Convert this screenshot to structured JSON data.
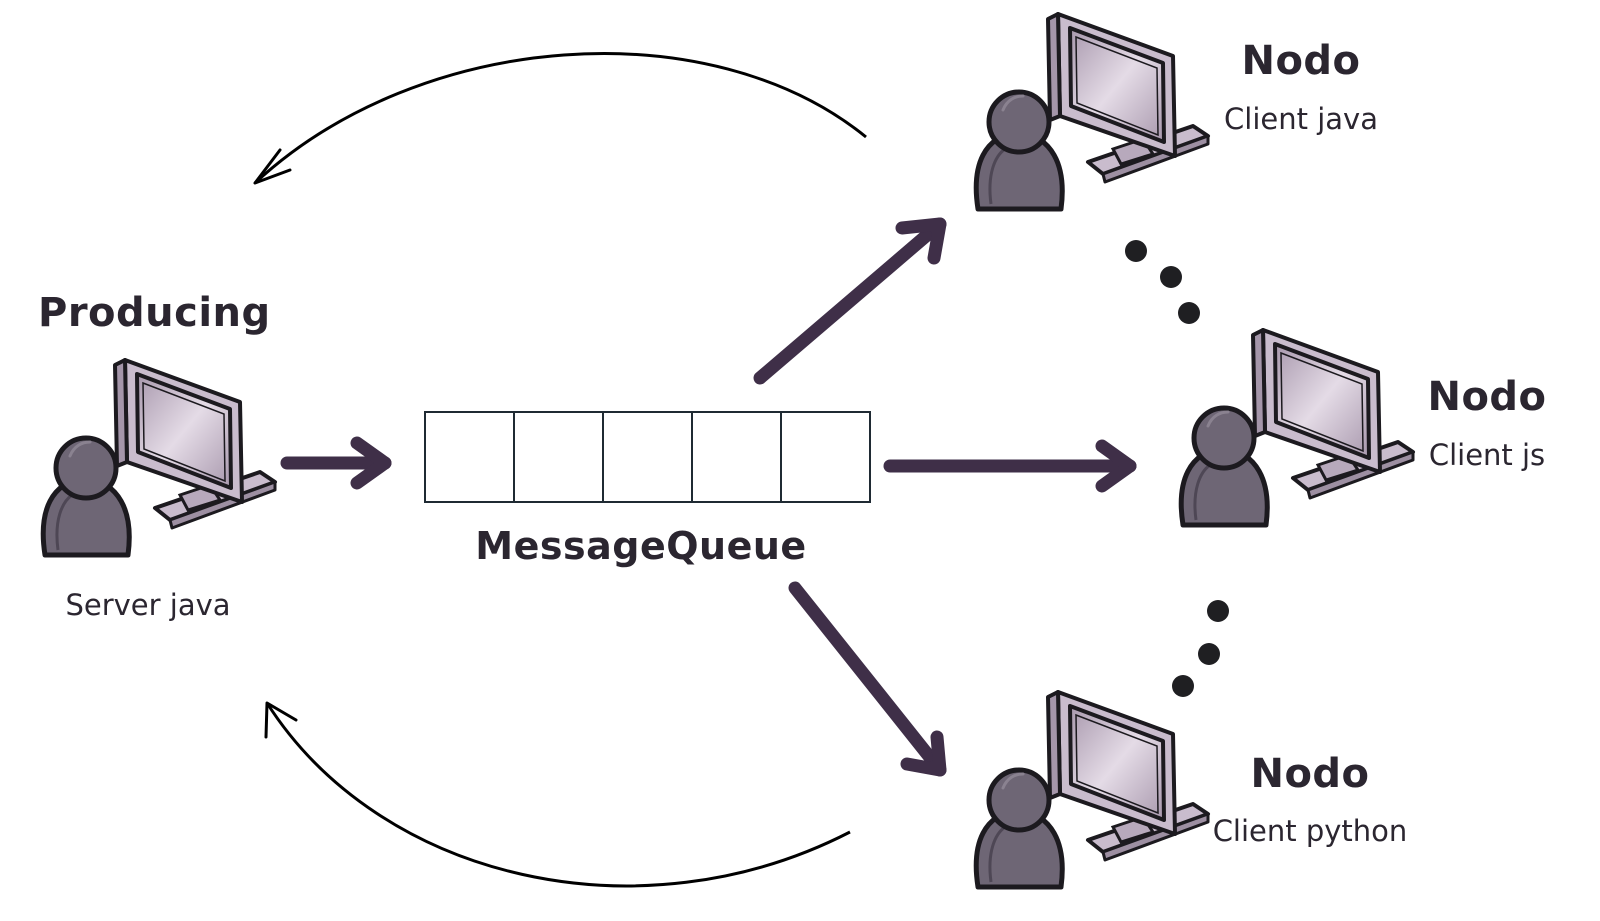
{
  "producer": {
    "title": "Producing",
    "subtitle": "Server java"
  },
  "queue": {
    "label": "MessageQueue",
    "slots": 5
  },
  "nodes": [
    {
      "title": "Nodo",
      "subtitle": "Client java"
    },
    {
      "title": "Nodo",
      "subtitle": "Client js"
    },
    {
      "title": "Nodo",
      "subtitle": "Client python"
    }
  ],
  "colors": {
    "arrow": "#3f2f48",
    "return_arrow": "#000000",
    "person": "#6e6675",
    "person_outline": "#1c1a1f",
    "monitor": "#c9bccd",
    "screen": "#b9aabf",
    "dots": "#1f1f22",
    "queue_border": "#1f2a33"
  },
  "icons": [
    "user-at-computer-icon"
  ]
}
